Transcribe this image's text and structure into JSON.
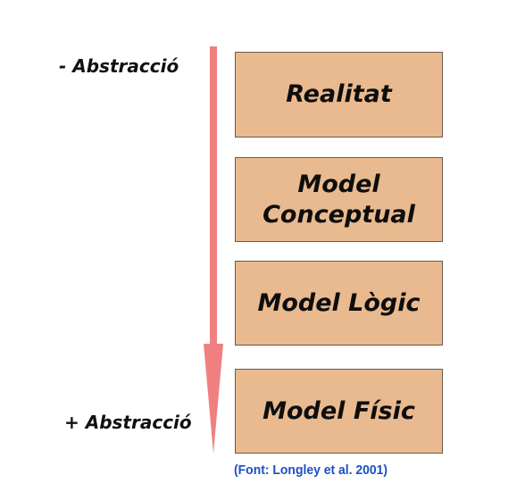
{
  "axis": {
    "top_label": "- Abstracció",
    "bottom_label": "+ Abstracció",
    "arrow_color": "#f08080"
  },
  "levels": [
    {
      "label": "Realitat"
    },
    {
      "label": "Model\nConceptual"
    },
    {
      "label": "Model Lògic"
    },
    {
      "label": "Model Físic"
    }
  ],
  "colors": {
    "box_fill": "#e9ba8f",
    "box_border": "#6a5a4a",
    "source_text": "#1a4fc4"
  },
  "source": "(Font: Longley et al. 2001)"
}
